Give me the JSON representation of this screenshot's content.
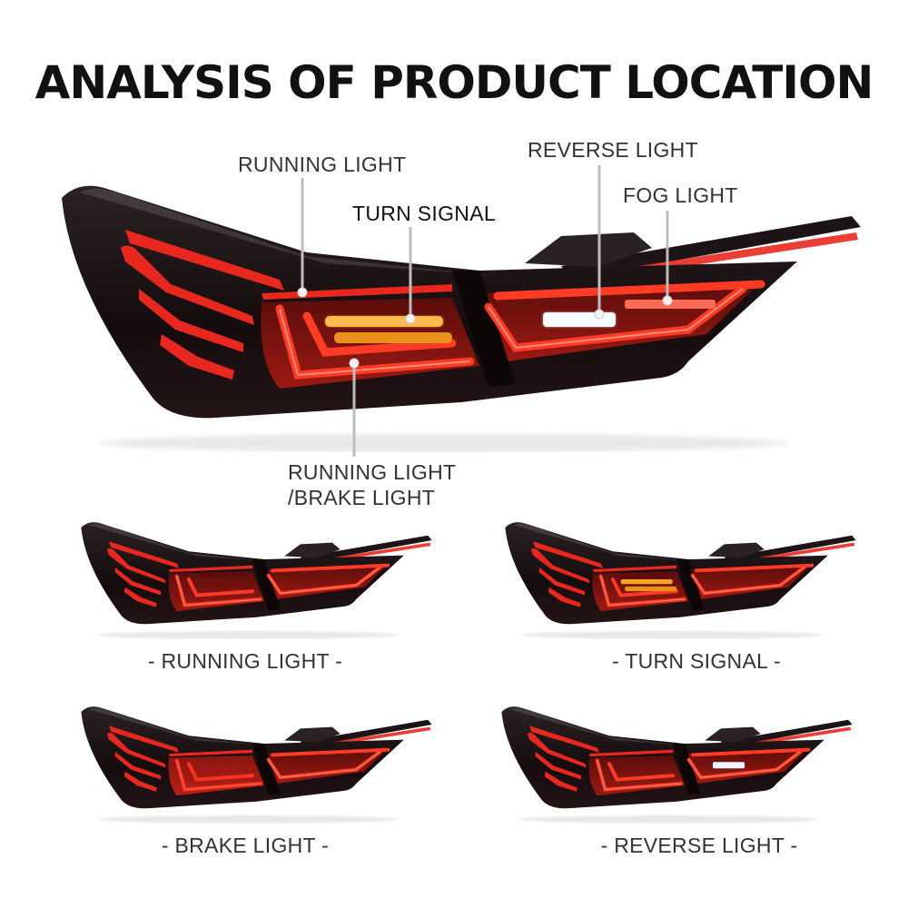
{
  "title": "ANALYSIS OF PRODUCT LOCATION",
  "callouts": {
    "running_light": "RUNNING LIGHT",
    "turn_signal": "TURN SIGNAL",
    "reverse_light": "REVERSE LIGHT",
    "fog_light": "FOG LIGHT",
    "running_brake_line1": "RUNNING LIGHT",
    "running_brake_line2": "/BRAKE LIGHT"
  },
  "modes": [
    {
      "caption": "- RUNNING LIGHT -",
      "state": "running"
    },
    {
      "caption": "- TURN SIGNAL -",
      "state": "turn"
    },
    {
      "caption": "- BRAKE LIGHT -",
      "state": "brake"
    },
    {
      "caption": "- REVERSE LIGHT -",
      "state": "reverse"
    }
  ],
  "colors": {
    "housing": "#1a1012",
    "led_red": "#e8281e",
    "lens_red": "#8a1410",
    "amber": "#f5a623",
    "reverse_white": "#f0f4ff"
  }
}
